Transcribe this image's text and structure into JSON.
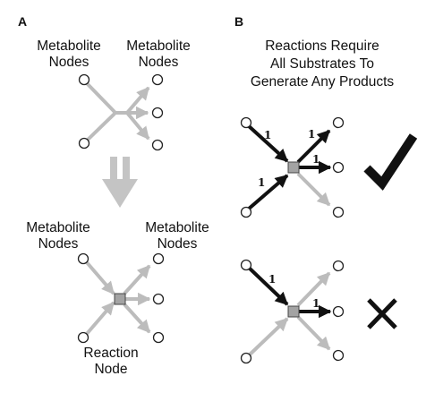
{
  "panel_a": {
    "letter": "A",
    "top_left_label": [
      "Metabolite",
      "Nodes"
    ],
    "top_right_label": [
      "Metabolite",
      "Nodes"
    ],
    "bottom_left_label": [
      "Metabolite",
      "Nodes"
    ],
    "bottom_right_label": [
      "Metabolite",
      "Nodes"
    ],
    "reaction_label": [
      "Reaction",
      "Node"
    ]
  },
  "panel_b": {
    "letter": "B",
    "heading": [
      "Reactions Require",
      "All Substrates To",
      "Generate Any Products"
    ],
    "top_example": {
      "weights": [
        "1",
        "1",
        "1",
        "1"
      ],
      "verdict": "valid",
      "verdict_icon": "checkmark-icon"
    },
    "bottom_example": {
      "weights": [
        "1",
        "1"
      ],
      "verdict": "invalid",
      "verdict_icon": "x-mark-icon"
    }
  },
  "colors": {
    "inactive_edge": "#bcbcbc",
    "active_edge": "#111111",
    "reaction_node": "#a3a3a3",
    "big_arrow": "#c4c4c4"
  }
}
